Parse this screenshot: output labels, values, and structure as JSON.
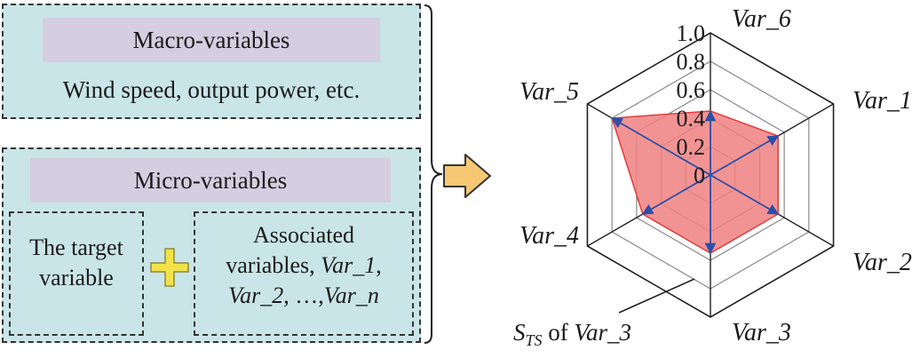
{
  "macro": {
    "title": "Macro-variables",
    "description": "Wind speed, output power, etc."
  },
  "micro": {
    "title": "Micro-variables",
    "target_line1": "The target",
    "target_line2": "variable",
    "assoc_line1": "Associated",
    "assoc_line2_prefix": "variables, ",
    "assoc_line2_var": "Var_1",
    "assoc_line2_suffix": ",",
    "assoc_line3_var_a": "Var_2",
    "assoc_line3_mid": ", …,",
    "assoc_line3_var_b": "Var_n"
  },
  "radar": {
    "axes": [
      "Var_1",
      "Var_2",
      "Var_3",
      "Var_4",
      "Var_5",
      "Var_6"
    ],
    "ticks": [
      "0",
      "0.2",
      "0.4",
      "0.6",
      "0.8",
      "1.0"
    ],
    "values": [
      0.55,
      0.55,
      0.55,
      0.55,
      0.8,
      0.45
    ],
    "max": 1.0,
    "annotation_prefix": "S",
    "annotation_sub": "TS",
    "annotation_mid": " of ",
    "annotation_var": "Var_3",
    "fill_color": "#f08080",
    "stroke_color": "#e03c3c",
    "arrow_color": "#2b4fa8"
  },
  "colors": {
    "panel_bg": "#c9e5e8",
    "title_bg": "#d5cde0",
    "plus": "#f2e24a",
    "arrow": "#f7c873"
  }
}
